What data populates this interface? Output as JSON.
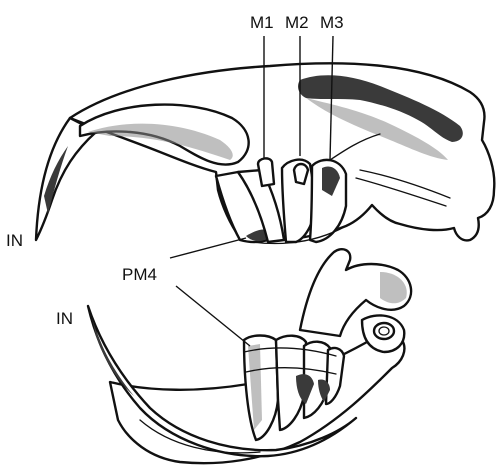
{
  "labels": {
    "m1": "M1",
    "m2": "M2",
    "m3": "M3",
    "pm4": "PM4",
    "in_upper": "IN",
    "in_lower": "IN"
  },
  "colors": {
    "ink": "#111111",
    "background": "#ffffff"
  }
}
